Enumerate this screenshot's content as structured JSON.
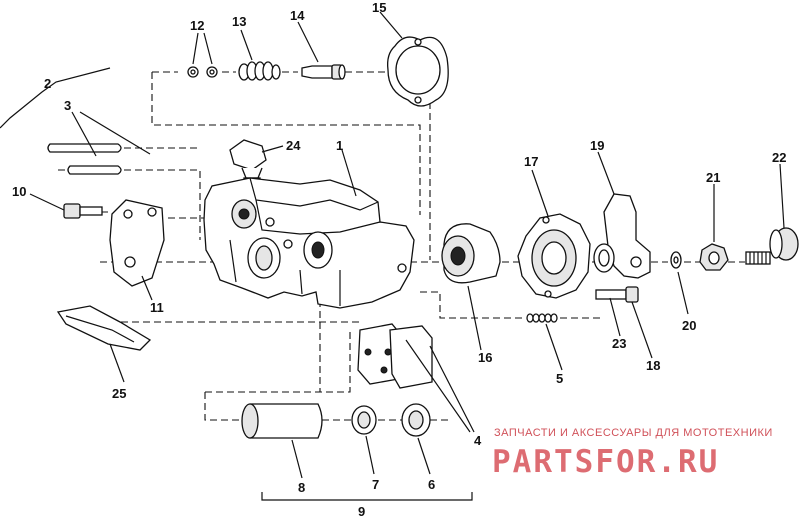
{
  "callouts": {
    "c1": "1",
    "c2": "2",
    "c3": "3",
    "c4": "4",
    "c5": "5",
    "c6": "6",
    "c7": "7",
    "c8": "8",
    "c9": "9",
    "c10": "10",
    "c11": "11",
    "c12": "12",
    "c13": "13",
    "c14": "14",
    "c15": "15",
    "c16": "16",
    "c17": "17",
    "c18": "18",
    "c19": "19",
    "c20": "20",
    "c21": "21",
    "c22": "22",
    "c23": "23",
    "c24": "24",
    "c25": "25"
  },
  "watermark": {
    "tagline": "ЗАПЧАСТИ И АКСЕССУАРЫ ДЛЯ МОТОТЕХНИКИ",
    "logo": "PARTSFOR.RU"
  }
}
